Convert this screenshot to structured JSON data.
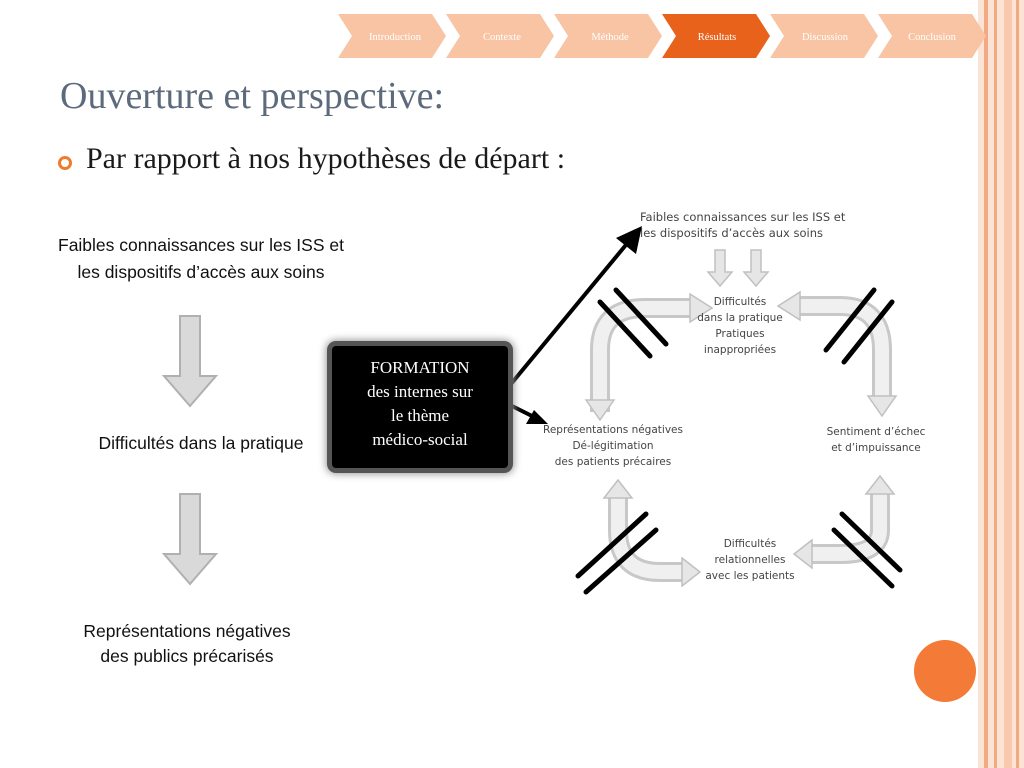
{
  "nav": {
    "items": [
      {
        "label": "Introduction",
        "active": false
      },
      {
        "label": "Contexte",
        "active": false
      },
      {
        "label": "Méthode",
        "active": false
      },
      {
        "label": "Résultats",
        "active": true
      },
      {
        "label": "Discussion",
        "active": false
      },
      {
        "label": "Conclusion",
        "active": false
      }
    ]
  },
  "slide": {
    "title": "Ouverture et perspective:",
    "bullet": "Par rapport à nos hypothèses de départ :"
  },
  "left_flow": {
    "step1_line1": "Faibles connaissances sur les ISS et",
    "step1_line2": "les dispositifs d’accès aux soins",
    "step2": "Difficultés dans la pratique",
    "step3_line1": "Représentations négatives",
    "step3_line2": "des publics précarisés"
  },
  "formation": {
    "line1": "FORMATION",
    "line2": "des internes sur",
    "line3": "le thème",
    "line4": "médico-social"
  },
  "cycle": {
    "top_line1": "Faibles connaissances sur les ISS et",
    "top_line2": "les dispositifs d’accès aux soins",
    "center_line1": "Difficultés",
    "center_line2": "dans la pratique",
    "center_line3": "Pratiques",
    "center_line4": "inappropriées",
    "left_line1": "Représentations  négatives",
    "left_line2": "Dé-légitimation",
    "left_line3": "des patients précaires",
    "right_line1": "Sentiment d’échec",
    "right_line2": "et d’impuissance",
    "bottom_line1": "Difficultés",
    "bottom_line2": "relationnelles",
    "bottom_line3": "avec les patients"
  },
  "colors": {
    "accent": "#f07a2e",
    "nav_inactive": "#f9c4a3",
    "nav_active": "#e8621c",
    "title": "#5d6a7c"
  }
}
